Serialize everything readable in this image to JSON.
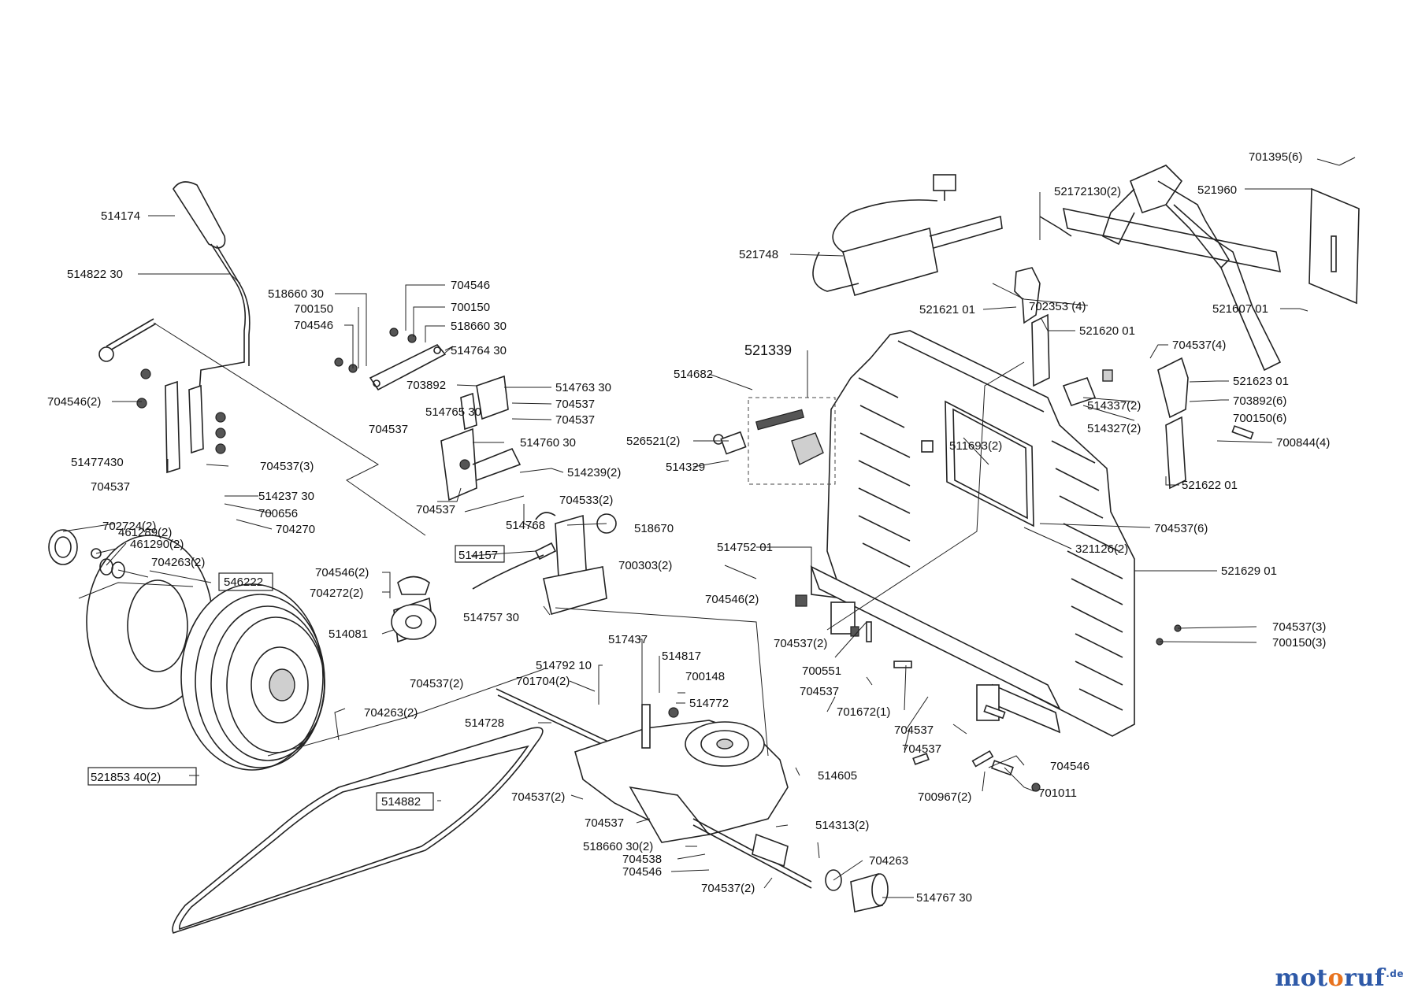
{
  "labels": [
    {
      "id": "l1",
      "text": "701395(6)"
    },
    {
      "id": "l2",
      "text": "521960"
    },
    {
      "id": "l3",
      "text": "52172130(2)"
    },
    {
      "id": "l4",
      "text": "521748"
    },
    {
      "id": "l5",
      "text": "521621 01"
    },
    {
      "id": "l6",
      "text": "702353 (4)"
    },
    {
      "id": "l7",
      "text": "521607 01"
    },
    {
      "id": "l8",
      "text": "521620 01"
    },
    {
      "id": "l9",
      "text": "514174"
    },
    {
      "id": "l10",
      "text": "514822 30"
    },
    {
      "id": "l11",
      "text": "518660 30"
    },
    {
      "id": "l12",
      "text": "700150"
    },
    {
      "id": "l13",
      "text": "704546"
    },
    {
      "id": "l14",
      "text": "704546"
    },
    {
      "id": "l15",
      "text": "700150"
    },
    {
      "id": "l16",
      "text": "518660 30"
    },
    {
      "id": "l17",
      "text": "514764 30"
    },
    {
      "id": "l18",
      "text": "521339"
    },
    {
      "id": "l19",
      "text": "704537(4)"
    },
    {
      "id": "l20",
      "text": "514682"
    },
    {
      "id": "l21",
      "text": "521623 01"
    },
    {
      "id": "l22",
      "text": "703892(6)"
    },
    {
      "id": "l23",
      "text": "700150(6)"
    },
    {
      "id": "l24",
      "text": "514337(2)"
    },
    {
      "id": "l25",
      "text": "514327(2)"
    },
    {
      "id": "l26",
      "text": "700844(4)"
    },
    {
      "id": "l27",
      "text": "704546(2)"
    },
    {
      "id": "l28",
      "text": "703892"
    },
    {
      "id": "l29",
      "text": "514763 30"
    },
    {
      "id": "l30",
      "text": "704537"
    },
    {
      "id": "l31",
      "text": "514765 30"
    },
    {
      "id": "l32",
      "text": "704537"
    },
    {
      "id": "l33",
      "text": "704537"
    },
    {
      "id": "l34",
      "text": "514760 30"
    },
    {
      "id": "l35",
      "text": "526521(2)"
    },
    {
      "id": "l36",
      "text": "514329"
    },
    {
      "id": "l37",
      "text": "511693(2)"
    },
    {
      "id": "l38",
      "text": "521622 01"
    },
    {
      "id": "l39",
      "text": "51477430"
    },
    {
      "id": "l40",
      "text": "704537(3)"
    },
    {
      "id": "l41",
      "text": "514239(2)"
    },
    {
      "id": "l42",
      "text": "704537"
    },
    {
      "id": "l43",
      "text": "514237 30"
    },
    {
      "id": "l44",
      "text": "704533(2)"
    },
    {
      "id": "l45",
      "text": "700656"
    },
    {
      "id": "l46",
      "text": "704270"
    },
    {
      "id": "l47",
      "text": "704537"
    },
    {
      "id": "l48",
      "text": "514768"
    },
    {
      "id": "l49",
      "text": "461289(2)"
    },
    {
      "id": "l50",
      "text": "518670"
    },
    {
      "id": "l51",
      "text": "702724(2)"
    },
    {
      "id": "l52",
      "text": "704537(6)"
    },
    {
      "id": "l53",
      "text": "461290(2)"
    },
    {
      "id": "l54",
      "text": "321126(2)"
    },
    {
      "id": "l55",
      "text": "514752 01"
    },
    {
      "id": "l56",
      "text": "514157"
    },
    {
      "id": "l57",
      "text": "704263(2)"
    },
    {
      "id": "l58",
      "text": "700303(2)"
    },
    {
      "id": "l59",
      "text": "521629 01"
    },
    {
      "id": "l60",
      "text": "704546(2)"
    },
    {
      "id": "l61",
      "text": "546222"
    },
    {
      "id": "l62",
      "text": "704272(2)"
    },
    {
      "id": "l63",
      "text": "704546(2)"
    },
    {
      "id": "l64",
      "text": "514757 30"
    },
    {
      "id": "l65",
      "text": "514081"
    },
    {
      "id": "l66",
      "text": "704537(2)"
    },
    {
      "id": "l67",
      "text": "704537(3)"
    },
    {
      "id": "l68",
      "text": "700150(3)"
    },
    {
      "id": "l69",
      "text": "517437"
    },
    {
      "id": "l70",
      "text": "514792 10"
    },
    {
      "id": "l71",
      "text": "514817"
    },
    {
      "id": "l72",
      "text": "700551"
    },
    {
      "id": "l73",
      "text": "704537(2)"
    },
    {
      "id": "l74",
      "text": "701704(2)"
    },
    {
      "id": "l75",
      "text": "700148"
    },
    {
      "id": "l76",
      "text": "704537"
    },
    {
      "id": "l77",
      "text": "514772"
    },
    {
      "id": "l78",
      "text": "701672(1)"
    },
    {
      "id": "l79",
      "text": "514728"
    },
    {
      "id": "l80",
      "text": "704263(2)"
    },
    {
      "id": "l81",
      "text": "704537"
    },
    {
      "id": "l82",
      "text": "704537"
    },
    {
      "id": "l83",
      "text": "704546"
    },
    {
      "id": "l84",
      "text": "514605"
    },
    {
      "id": "l85",
      "text": "521853 40(2)"
    },
    {
      "id": "l86",
      "text": "700967(2)"
    },
    {
      "id": "l87",
      "text": "701011"
    },
    {
      "id": "l88",
      "text": "704537(2)"
    },
    {
      "id": "l89",
      "text": "514882"
    },
    {
      "id": "l90",
      "text": "704537"
    },
    {
      "id": "l91",
      "text": "514313(2)"
    },
    {
      "id": "l92",
      "text": "518660 30(2)"
    },
    {
      "id": "l93",
      "text": "704538"
    },
    {
      "id": "l94",
      "text": "704263"
    },
    {
      "id": "l95",
      "text": "704546"
    },
    {
      "id": "l96",
      "text": "704537(2)"
    },
    {
      "id": "l97",
      "text": "514767 30"
    }
  ],
  "brand": {
    "part1": "mot",
    "part2": "o",
    "part3": "ruf",
    "tld": ".de"
  }
}
